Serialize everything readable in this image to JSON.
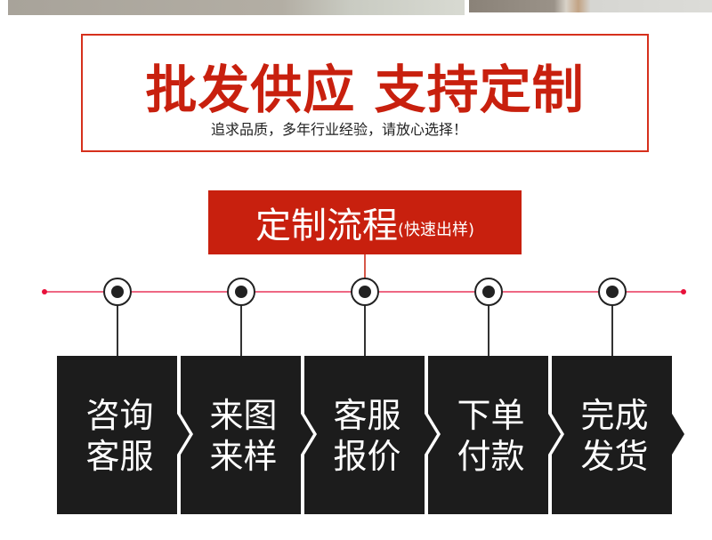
{
  "header": {
    "headline": "批发供应 支持定制",
    "subtitle": "追求品质，多年行业经验，请放心选择！"
  },
  "process": {
    "title": "定制流程",
    "subtitle": "(快速出样)",
    "steps": [
      {
        "line1": "咨询",
        "line2": "客服"
      },
      {
        "line1": "来图",
        "line2": "来样"
      },
      {
        "line1": "客服",
        "line2": "报价"
      },
      {
        "line1": "下单",
        "line2": "付款"
      },
      {
        "line1": "完成",
        "line2": "发货"
      }
    ]
  },
  "colors": {
    "accent": "#c8200e",
    "timeline": "#e8365a",
    "box": "#1c1c1c"
  }
}
